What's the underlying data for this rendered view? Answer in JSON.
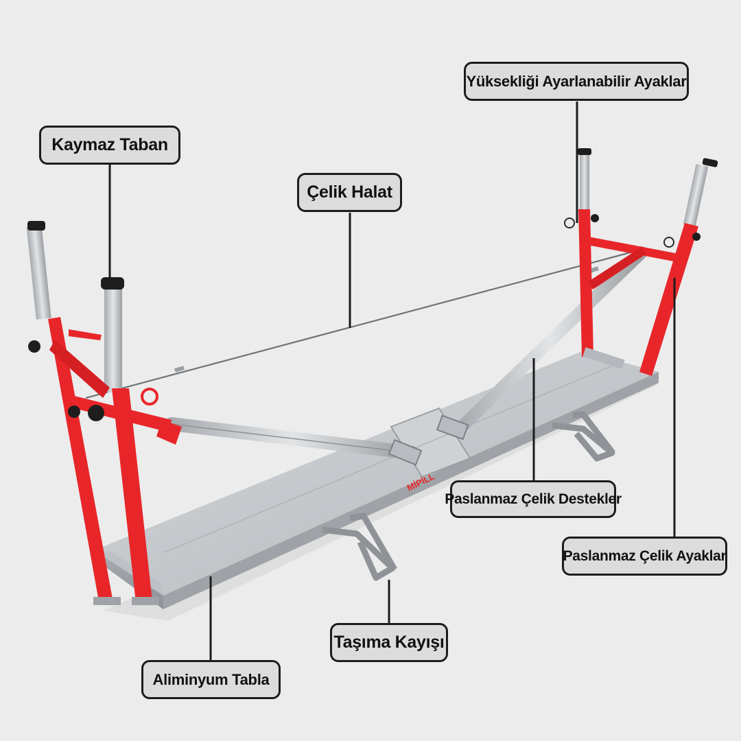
{
  "callouts": {
    "kaymaz_taban": "Kaymaz Taban",
    "celik_halat": "Çelik Halat",
    "ayarlanabilir_ayaklar": "Yüksekliği Ayarlanabilir Ayaklar",
    "paslanmaz_destekler": "Paslanmaz Çelik Destekler",
    "paslanmaz_ayaklar": "Paslanmaz Çelik Ayaklar",
    "tasima_kayisi": "Taşıma Kayışı",
    "aliminyum_tabla": "Aliminyum Tabla"
  },
  "product": {
    "brand_mark": "MİPİLL"
  },
  "colors": {
    "background": "#ececec",
    "frame_red": "#e8262a",
    "aluminium": "#c4c7ca",
    "label_fill": "#dcdcdc",
    "label_border": "#1c1c1c"
  }
}
